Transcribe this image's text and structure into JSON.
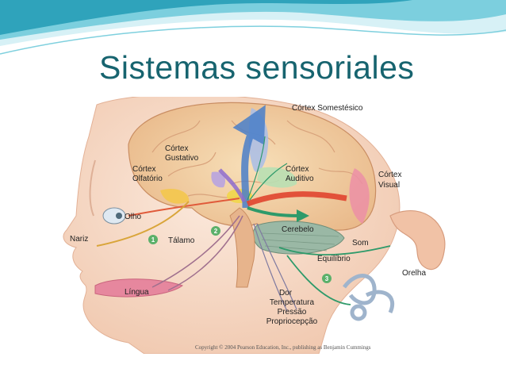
{
  "slide": {
    "title": "Sistemas sensoriales",
    "colors": {
      "title": "#17646f",
      "banner_light": "#cdeef4",
      "banner_mid": "#63c2d4",
      "banner_dark": "#2a9bb3"
    }
  },
  "figure": {
    "labels": {
      "cortex_somestesico": "Córtex Somestésico",
      "cortex_gustativo_1": "Córtex",
      "cortex_gustativo_2": "Gustativo",
      "cortex_olfatorio_1": "Córtex",
      "cortex_olfatorio_2": "Olfatório",
      "cortex_auditivo_1": "Córtex",
      "cortex_auditivo_2": "Auditivo",
      "cortex_visual_1": "Córtex",
      "cortex_visual_2": "Visual",
      "olho": "Olho",
      "nariz": "Nariz",
      "talamo": "Tálamo",
      "cerebelo": "Cerebelo",
      "som": "Som",
      "equilibrio": "Equilíbrio",
      "orelha": "Orelha",
      "lingua": "Língua",
      "dor": "Dor",
      "temperatura": "Temperatura",
      "pressao": "Pressão",
      "propriocepcao": "Propriocepção"
    },
    "markers": [
      "1",
      "2",
      "3"
    ],
    "copyright": "Copyright © 2004 Pearson Education, Inc., publishing as Benjamin Cummings",
    "icons": [
      "brain-illustration",
      "head-profile",
      "ear-illustration",
      "inner-ear-illustration",
      "pathway-arrows"
    ]
  }
}
